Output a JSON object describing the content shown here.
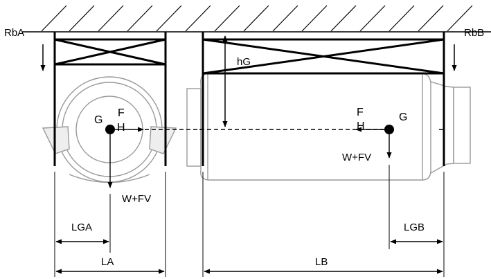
{
  "labels": {
    "reaction_a": "RbA",
    "reaction_b": "RbB",
    "height_g": "hG",
    "cg_a": "G",
    "cg_b": "G",
    "force_h_a": "H",
    "force_f_a": "F",
    "force_h_b": "H",
    "force_f_b": "F",
    "load_a": "W+FV",
    "load_b": "W+FV",
    "dim_lga": "LGA",
    "dim_la": "LA",
    "dim_lgb": "LGB",
    "dim_lb": "LB"
  }
}
